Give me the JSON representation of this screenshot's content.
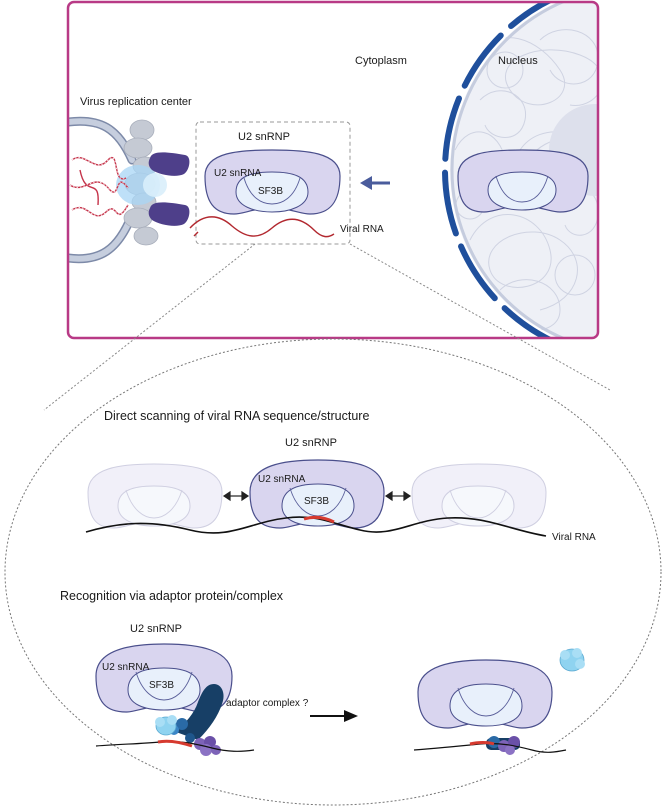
{
  "top_panel": {
    "cytoplasm_label": "Cytoplasm",
    "nucleus_label": "Nucleus",
    "replication_center_label": "Virus replication center",
    "u2_snrnp_label": "U2 snRNP",
    "u2_snrna_label": "U2 snRNA",
    "sf3b_label": "SF3B",
    "viral_rna_label": "Viral RNA"
  },
  "scanning_section": {
    "heading": "Direct scanning of viral RNA sequence/structure",
    "u2_snrnp_label": "U2 snRNP",
    "u2_snrna_label": "U2 snRNA",
    "sf3b_label": "SF3B",
    "viral_rna_label": "Viral RNA"
  },
  "adaptor_section": {
    "heading": "Recognition via adaptor protein/complex",
    "u2_snrnp_label": "U2 snRNP",
    "u2_snrna_label": "U2 snRNA",
    "sf3b_label": "SF3B",
    "adaptor_label": "adaptor complex ?"
  },
  "colors": {
    "frame_border": "#b83a86",
    "complex_fill": "#d9d5ef",
    "complex_stroke": "#4a4f8c",
    "nucleus_membrane": "#1f4f9c",
    "viral_rna_top": "#b2282f",
    "binding_site": "#d63a2f",
    "adaptor_dark": "#173f66",
    "protein_light_blue": "#8fd3f0",
    "protein_purple": "#7d63b8"
  }
}
